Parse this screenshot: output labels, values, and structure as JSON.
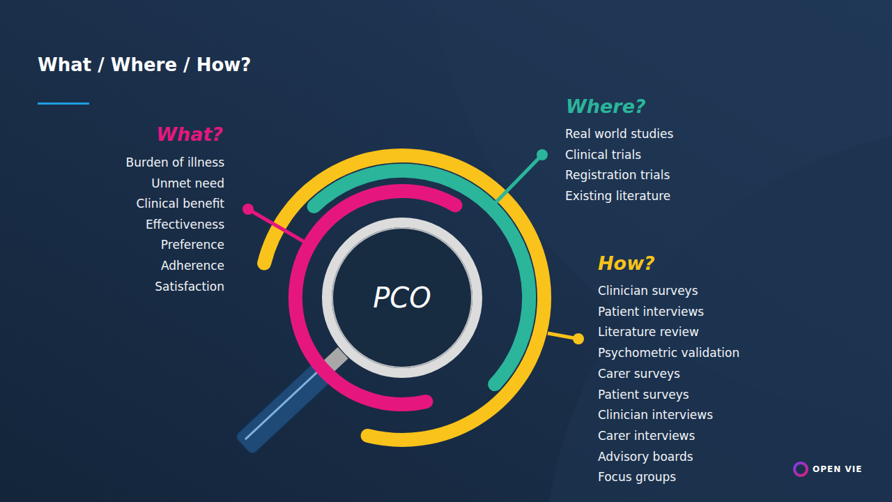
{
  "diagram": {
    "title": "What / Where / How?",
    "nodes": [
      {
        "text": [
          "PCO"
        ]
      }
    ],
    "labels": [
      "What?",
      "Burden of illness",
      "Unmet need",
      "Clinical benefit",
      "Effectiveness",
      "Preference",
      "Adherence",
      "Satisfaction",
      "Where?",
      "Real world studies",
      "Clinical trials",
      "Registration trials",
      "Existing literature",
      "How?",
      "Clinician surveys",
      "Patient interviews",
      "Literature review",
      "Psychometric validation",
      "Carer surveys",
      "Patient surveys",
      "Clinician interviews",
      "Carer interviews",
      "Advisory boards",
      "Focus groups",
      "OPEN VIE"
    ]
  }
}
